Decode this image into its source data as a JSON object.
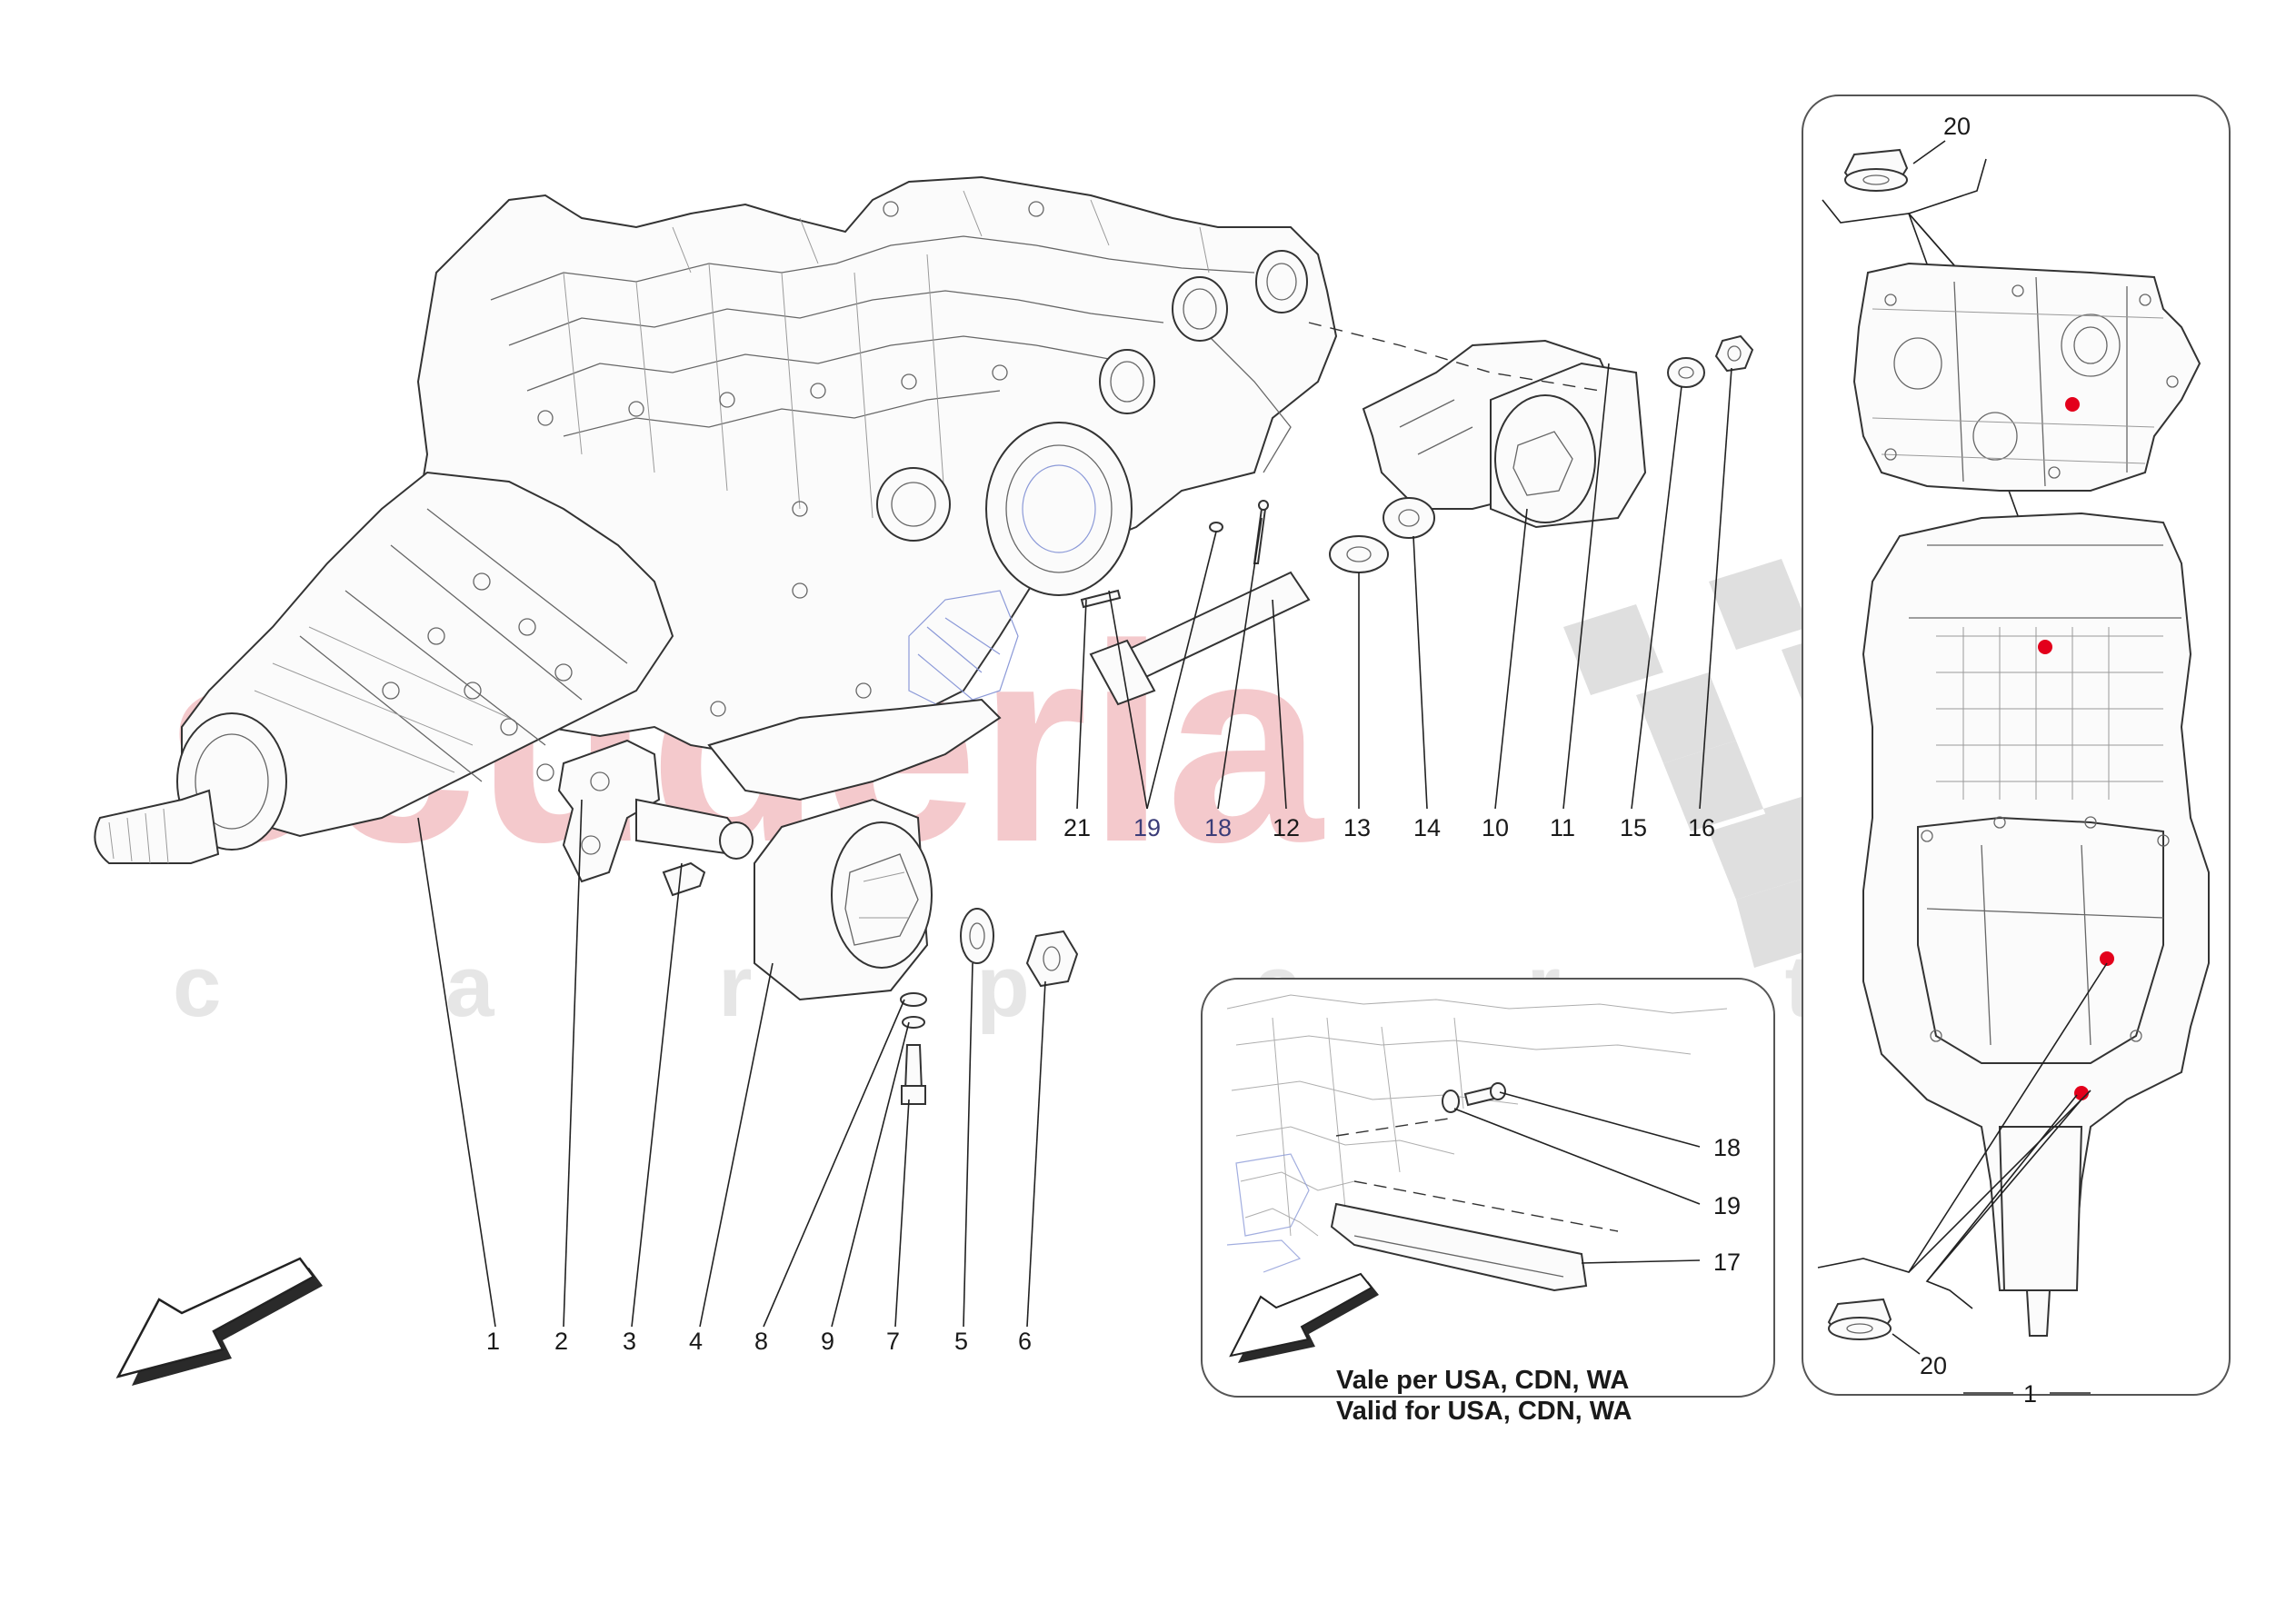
{
  "watermark": {
    "word": "scuderia",
    "subline": "c a r  p a r t s",
    "color": "#f3c4c8",
    "flag_color": "#d9d9d9"
  },
  "main_labels": [
    {
      "id": "1",
      "text": "1"
    },
    {
      "id": "2",
      "text": "2"
    },
    {
      "id": "3",
      "text": "3"
    },
    {
      "id": "4",
      "text": "4"
    },
    {
      "id": "8",
      "text": "8"
    },
    {
      "id": "9",
      "text": "9"
    },
    {
      "id": "7",
      "text": "7"
    },
    {
      "id": "5",
      "text": "5"
    },
    {
      "id": "6",
      "text": "6"
    }
  ],
  "top_labels": [
    {
      "id": "21",
      "text": "21",
      "color": "dark"
    },
    {
      "id": "19",
      "text": "19",
      "color": "blue"
    },
    {
      "id": "18",
      "text": "18",
      "color": "blue"
    },
    {
      "id": "12",
      "text": "12",
      "color": "dark"
    },
    {
      "id": "13",
      "text": "13",
      "color": "dark"
    },
    {
      "id": "14",
      "text": "14",
      "color": "dark"
    },
    {
      "id": "10",
      "text": "10",
      "color": "dark"
    },
    {
      "id": "11",
      "text": "11",
      "color": "dark"
    },
    {
      "id": "15",
      "text": "15",
      "color": "dark"
    },
    {
      "id": "16",
      "text": "16",
      "color": "dark"
    }
  ],
  "inset_labels": [
    {
      "id": "18",
      "text": "18"
    },
    {
      "id": "19",
      "text": "19"
    },
    {
      "id": "17",
      "text": "17"
    }
  ],
  "inset_caption": {
    "line1": "Vale per USA, CDN, WA",
    "line2": "Valid for USA, CDN, WA"
  },
  "side_panel": {
    "label_top": "20",
    "label_bottom": "20",
    "label_panel": "1",
    "marker_color": "#e3001b"
  }
}
